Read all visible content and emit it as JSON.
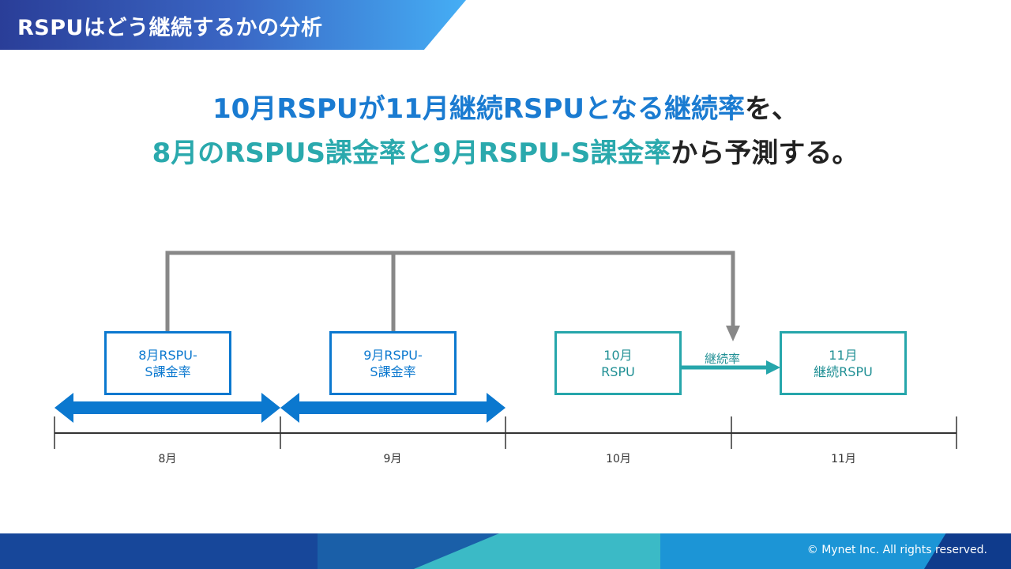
{
  "header": {
    "title": "RSPUはどう継続するかの分析"
  },
  "headline": {
    "line1": [
      {
        "text": "10月RSPUが11月継続RSPUとなる継続率",
        "color": "blue"
      },
      {
        "text": "を、",
        "color": "black"
      }
    ],
    "line2": [
      {
        "text": "8月のRSPUS課金率と9月RSPU-S課金率",
        "color": "teal"
      },
      {
        "text": "から予測する。",
        "color": "black"
      }
    ]
  },
  "diagram": {
    "boxes": [
      {
        "id": "aug",
        "lines": [
          "8月RSPU-",
          "S課金率"
        ],
        "style": "blue"
      },
      {
        "id": "sep",
        "lines": [
          "9月RSPU-",
          "S課金率"
        ],
        "style": "blue"
      },
      {
        "id": "oct",
        "lines": [
          "10月",
          "RSPU"
        ],
        "style": "teal"
      },
      {
        "id": "nov",
        "lines": [
          "11月",
          "継続RSPU"
        ],
        "style": "teal"
      }
    ],
    "rate_label": "継続率",
    "timeline": [
      "8月",
      "9月",
      "10月",
      "11月"
    ]
  },
  "colors": {
    "blue": "#0b78cf",
    "teal": "#26a6ab",
    "connector_gray": "#888888",
    "axis": "#333333"
  },
  "footer": {
    "copyright": "© Mynet Inc. All rights reserved."
  }
}
